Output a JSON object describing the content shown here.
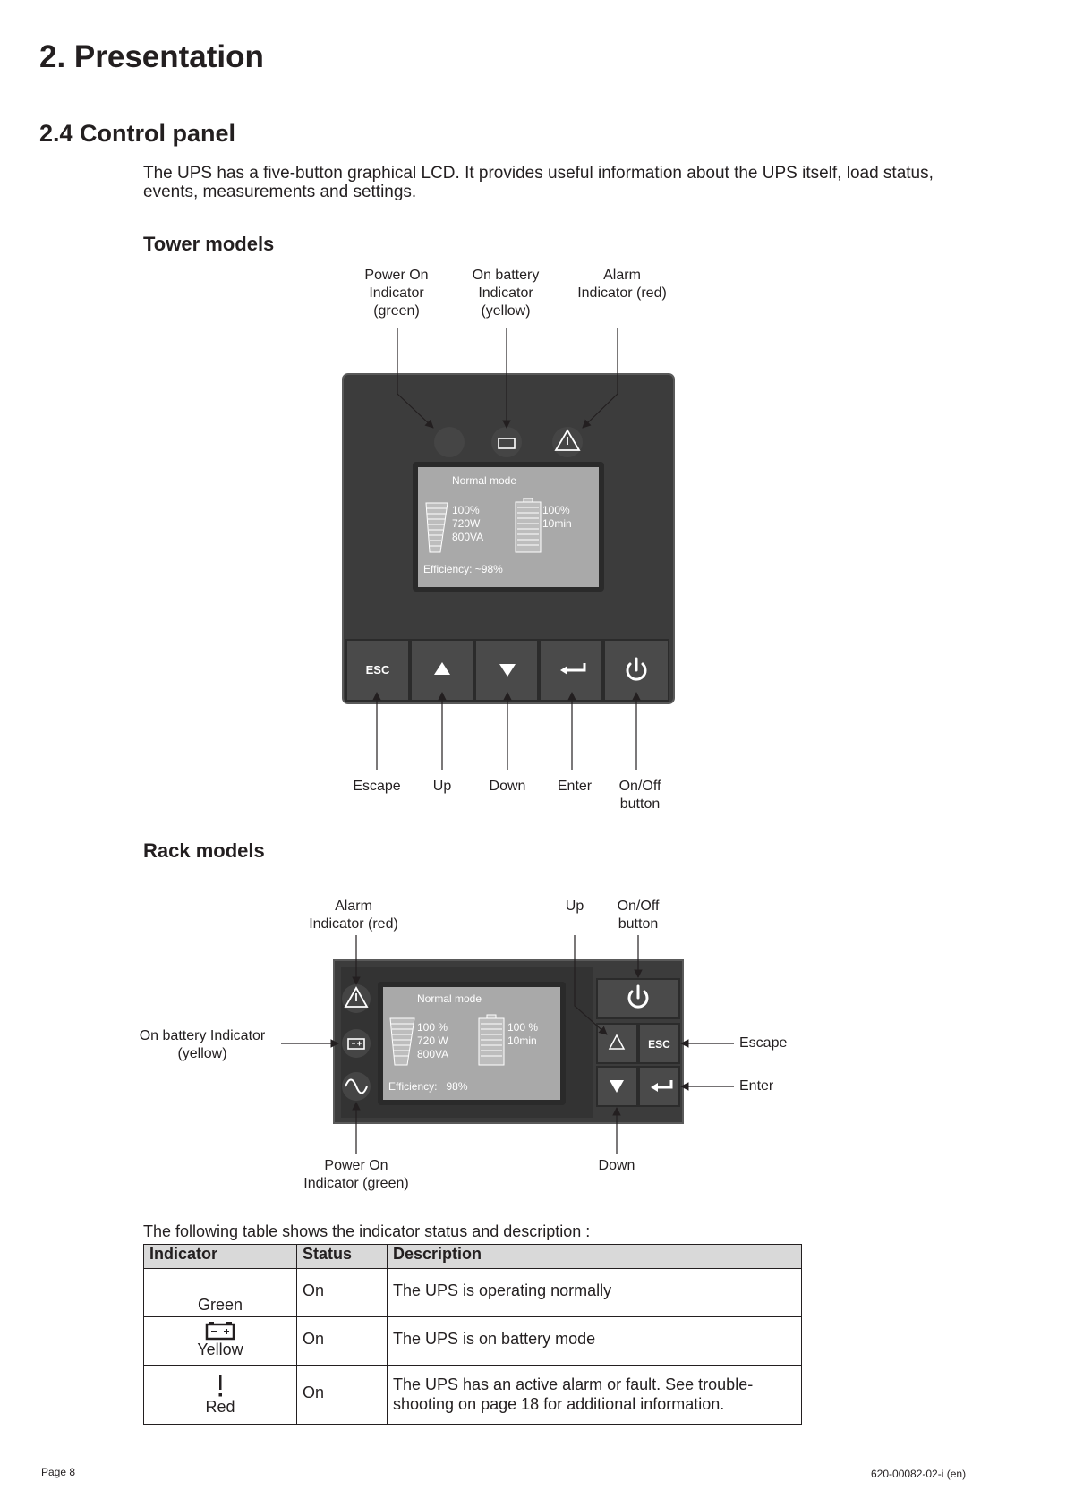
{
  "chapter_title": "2. Presentation",
  "section_title": "2.4 Control panel",
  "intro_text": "The UPS has a five-button graphical LCD. It provides useful information about the UPS itself, load status, events, measurements and settings.",
  "tower": {
    "heading": "Tower models",
    "top_labels": [
      "Power On\nIndicator\n(green)",
      "On battery\nIndicator\n(yellow)",
      "Alarm\nIndicator (red)"
    ],
    "bottom_labels": [
      "Escape",
      "Up",
      "Down",
      "Enter",
      "On/Off\nbutton"
    ],
    "lcd": {
      "mode": "Normal mode",
      "load_pct": "100%",
      "load_w": "720W",
      "load_va": "800VA",
      "batt_pct": "100%",
      "batt_time": "10min",
      "efficiency": "Efficiency: ~98%"
    },
    "esc_key": "ESC"
  },
  "rack": {
    "heading": "Rack models",
    "labels": {
      "alarm": "Alarm\nIndicator (red)",
      "up": "Up",
      "onoff": "On/Off\nbutton",
      "on_battery": "On battery Indicator\n(yellow)",
      "escape": "Escape",
      "enter": "Enter",
      "power_on": "Power On\nIndicator (green)",
      "down": "Down"
    },
    "lcd": {
      "mode": "Normal mode",
      "load_pct": "100 %",
      "load_w": "720 W",
      "load_va": "800VA",
      "batt_pct": "100 %",
      "batt_time": "10min",
      "efficiency": "Efficiency:   98%"
    },
    "esc_key": "ESC"
  },
  "table": {
    "intro": "The following table shows the indicator status and description :",
    "headers": [
      "Indicator",
      "Status",
      "Description"
    ],
    "rows": [
      {
        "indicator": "Green",
        "icon": "power-on-icon",
        "status": "On",
        "description": "The UPS is operating normally"
      },
      {
        "indicator": "Yellow",
        "icon": "battery-icon",
        "status": "On",
        "description": "The UPS is on battery mode"
      },
      {
        "indicator": "Red",
        "icon": "alarm-exclamation-icon",
        "status": "On",
        "description": "The UPS has an active alarm or fault. See trouble-shooting on page 18 for additional information."
      }
    ]
  },
  "footer": {
    "page": "Page 8",
    "doc_id": "620-00082-02-i (en)"
  }
}
